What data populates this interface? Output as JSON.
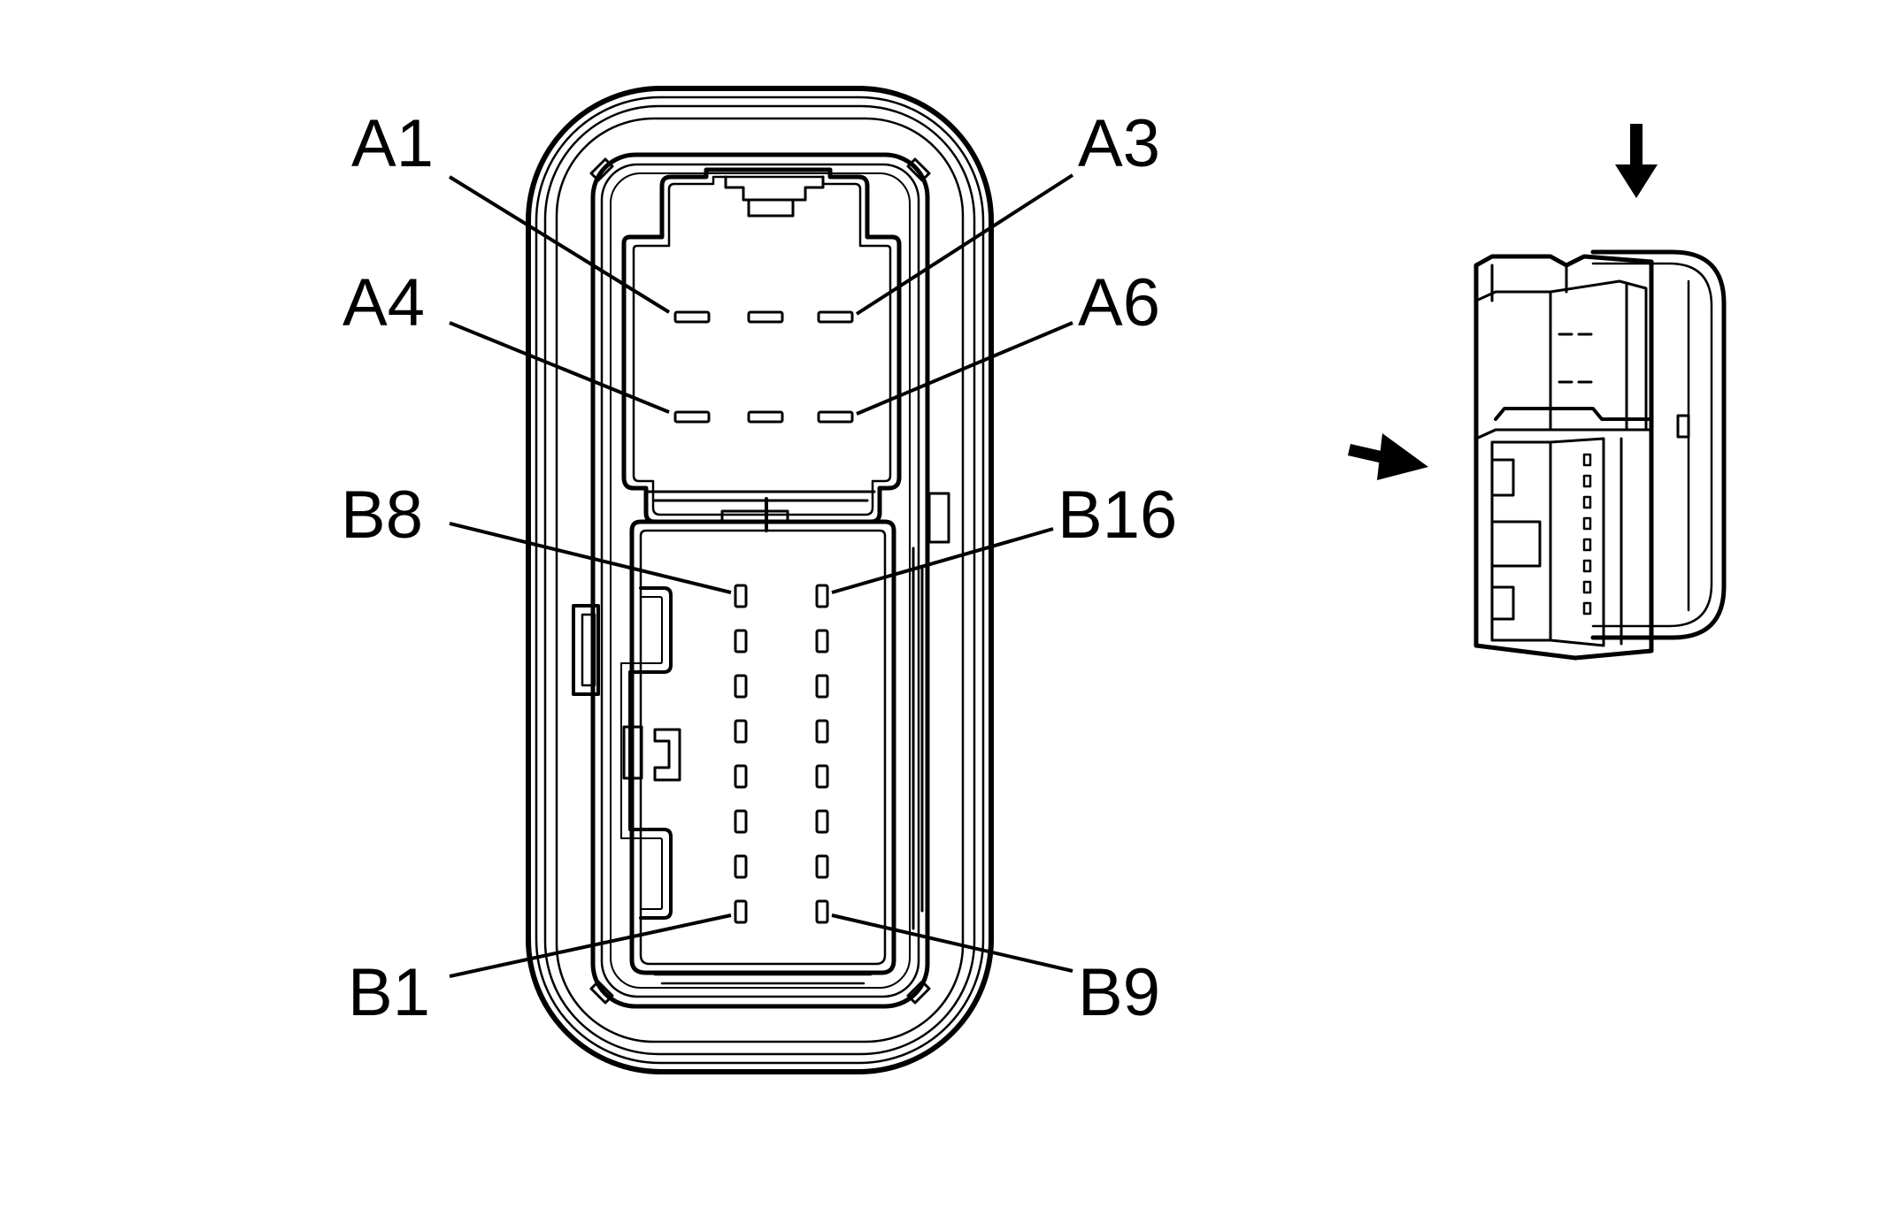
{
  "labels": {
    "a1": "A1",
    "a3": "A3",
    "a4": "A4",
    "a6": "A6",
    "b8": "B8",
    "b16": "B16",
    "b1": "B1",
    "b9": "B9"
  },
  "colors": {
    "line": "#000000",
    "background": "#ffffff"
  },
  "icons": [
    "arrow-down-icon",
    "arrow-right-icon"
  ]
}
